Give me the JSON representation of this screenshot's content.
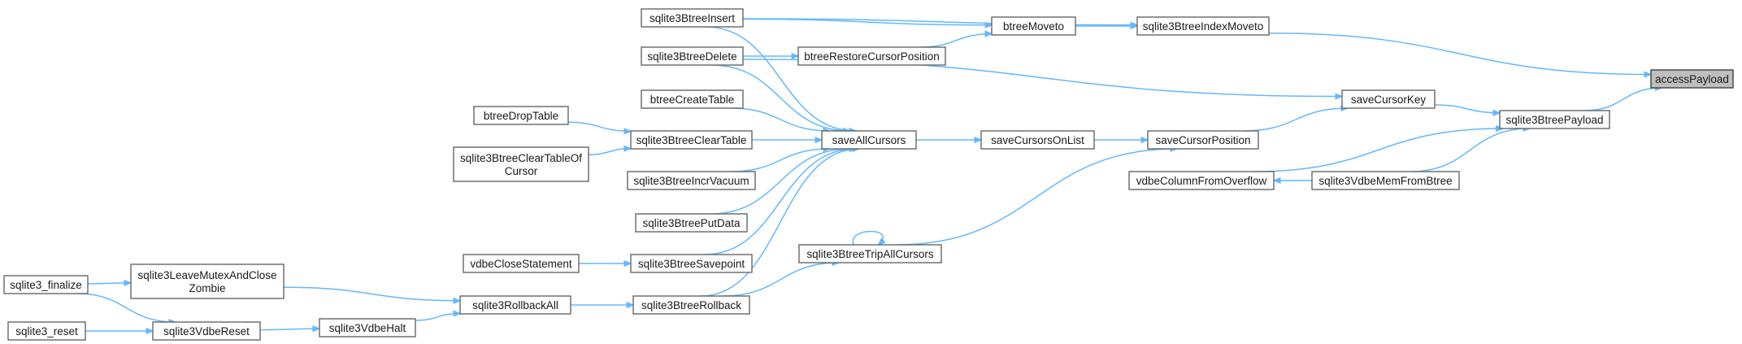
{
  "graph": {
    "nodes": {
      "accessPayload": {
        "label": [
          "accessPayload"
        ],
        "root": true
      },
      "sqlite3BtreeIndexMoveto": {
        "label": [
          "sqlite3BtreeIndexMoveto"
        ]
      },
      "sqlite3BtreePayload": {
        "label": [
          "sqlite3BtreePayload"
        ]
      },
      "btreeMoveto": {
        "label": [
          "btreeMoveto"
        ]
      },
      "sqlite3BtreeInsert": {
        "label": [
          "sqlite3BtreeInsert"
        ]
      },
      "btreeRestoreCursorPosition": {
        "label": [
          "btreeRestoreCursorPosition"
        ]
      },
      "sqlite3BtreeDelete": {
        "label": [
          "sqlite3BtreeDelete"
        ]
      },
      "saveCursorKey": {
        "label": [
          "saveCursorKey"
        ]
      },
      "saveCursorPosition": {
        "label": [
          "saveCursorPosition"
        ]
      },
      "saveCursorsOnList": {
        "label": [
          "saveCursorsOnList"
        ]
      },
      "saveAllCursors": {
        "label": [
          "saveAllCursors"
        ]
      },
      "btreeCreateTable": {
        "label": [
          "btreeCreateTable"
        ]
      },
      "sqlite3BtreeClearTable": {
        "label": [
          "sqlite3BtreeClearTable"
        ]
      },
      "btreeDropTable": {
        "label": [
          "btreeDropTable"
        ]
      },
      "sqlite3BtreeClearTableOfCursor": {
        "label": [
          "sqlite3BtreeClearTableOf",
          "Cursor"
        ]
      },
      "sqlite3BtreeIncrVacuum": {
        "label": [
          "sqlite3BtreeIncrVacuum"
        ]
      },
      "sqlite3BtreePutData": {
        "label": [
          "sqlite3BtreePutData"
        ]
      },
      "sqlite3BtreeSavepoint": {
        "label": [
          "sqlite3BtreeSavepoint"
        ]
      },
      "vdbeCloseStatement": {
        "label": [
          "vdbeCloseStatement"
        ]
      },
      "sqlite3BtreeTripAllCursors": {
        "label": [
          "sqlite3BtreeTripAllCursors"
        ]
      },
      "sqlite3BtreeRollback": {
        "label": [
          "sqlite3BtreeRollback"
        ]
      },
      "sqlite3RollbackAll": {
        "label": [
          "sqlite3RollbackAll"
        ]
      },
      "sqlite3LeaveMutexAndCloseZombie": {
        "label": [
          "sqlite3LeaveMutexAndClose",
          "Zombie"
        ]
      },
      "sqlite3_finalize": {
        "label": [
          "sqlite3_finalize"
        ]
      },
      "sqlite3VdbeReset": {
        "label": [
          "sqlite3VdbeReset"
        ]
      },
      "sqlite3_reset": {
        "label": [
          "sqlite3_reset"
        ]
      },
      "sqlite3VdbeHalt": {
        "label": [
          "sqlite3VdbeHalt"
        ]
      },
      "vdbeColumnFromOverflow": {
        "label": [
          "vdbeColumnFromOverflow"
        ]
      },
      "sqlite3VdbeMemFromBtree": {
        "label": [
          "sqlite3VdbeMemFromBtree"
        ]
      }
    },
    "edges": [
      [
        "sqlite3BtreeIndexMoveto",
        "accessPayload"
      ],
      [
        "sqlite3BtreePayload",
        "accessPayload"
      ],
      [
        "btreeMoveto",
        "sqlite3BtreeIndexMoveto"
      ],
      [
        "sqlite3BtreeInsert",
        "sqlite3BtreeIndexMoveto"
      ],
      [
        "sqlite3BtreeInsert",
        "btreeMoveto"
      ],
      [
        "btreeRestoreCursorPosition",
        "btreeMoveto"
      ],
      [
        "sqlite3BtreeDelete",
        "btreeRestoreCursorPosition"
      ],
      [
        "sqlite3BtreeDelete",
        "saveCursorKey"
      ],
      [
        "saveCursorKey",
        "sqlite3BtreePayload"
      ],
      [
        "saveCursorPosition",
        "saveCursorKey"
      ],
      [
        "saveCursorsOnList",
        "saveCursorPosition"
      ],
      [
        "saveAllCursors",
        "saveCursorsOnList"
      ],
      [
        "sqlite3BtreeInsert",
        "saveAllCursors"
      ],
      [
        "sqlite3BtreeDelete",
        "saveAllCursors"
      ],
      [
        "btreeCreateTable",
        "saveAllCursors"
      ],
      [
        "sqlite3BtreeClearTable",
        "saveAllCursors"
      ],
      [
        "sqlite3BtreeIncrVacuum",
        "saveAllCursors"
      ],
      [
        "sqlite3BtreePutData",
        "saveAllCursors"
      ],
      [
        "sqlite3BtreeSavepoint",
        "saveAllCursors"
      ],
      [
        "sqlite3BtreeRollback",
        "saveAllCursors"
      ],
      [
        "btreeDropTable",
        "sqlite3BtreeClearTable"
      ],
      [
        "sqlite3BtreeClearTableOfCursor",
        "sqlite3BtreeClearTable"
      ],
      [
        "vdbeCloseStatement",
        "sqlite3BtreeSavepoint"
      ],
      [
        "sqlite3BtreeTripAllCursors",
        "saveCursorPosition"
      ],
      [
        "sqlite3BtreeTripAllCursors",
        "sqlite3BtreeTripAllCursors"
      ],
      [
        "sqlite3BtreeRollback",
        "sqlite3BtreeTripAllCursors"
      ],
      [
        "sqlite3RollbackAll",
        "sqlite3BtreeRollback"
      ],
      [
        "sqlite3LeaveMutexAndCloseZombie",
        "sqlite3RollbackAll"
      ],
      [
        "sqlite3VdbeHalt",
        "sqlite3RollbackAll"
      ],
      [
        "sqlite3_finalize",
        "sqlite3LeaveMutexAndCloseZombie"
      ],
      [
        "sqlite3_finalize",
        "sqlite3VdbeReset"
      ],
      [
        "sqlite3_reset",
        "sqlite3VdbeReset"
      ],
      [
        "sqlite3VdbeReset",
        "sqlite3VdbeHalt"
      ],
      [
        "vdbeColumnFromOverflow",
        "sqlite3BtreePayload"
      ],
      [
        "sqlite3VdbeMemFromBtree",
        "vdbeColumnFromOverflow"
      ],
      [
        "sqlite3VdbeMemFromBtree",
        "sqlite3BtreePayload"
      ]
    ]
  },
  "colors": {
    "edge": "#63b8ff",
    "node_border": "#666666",
    "root_fill": "#bfbfbf"
  }
}
